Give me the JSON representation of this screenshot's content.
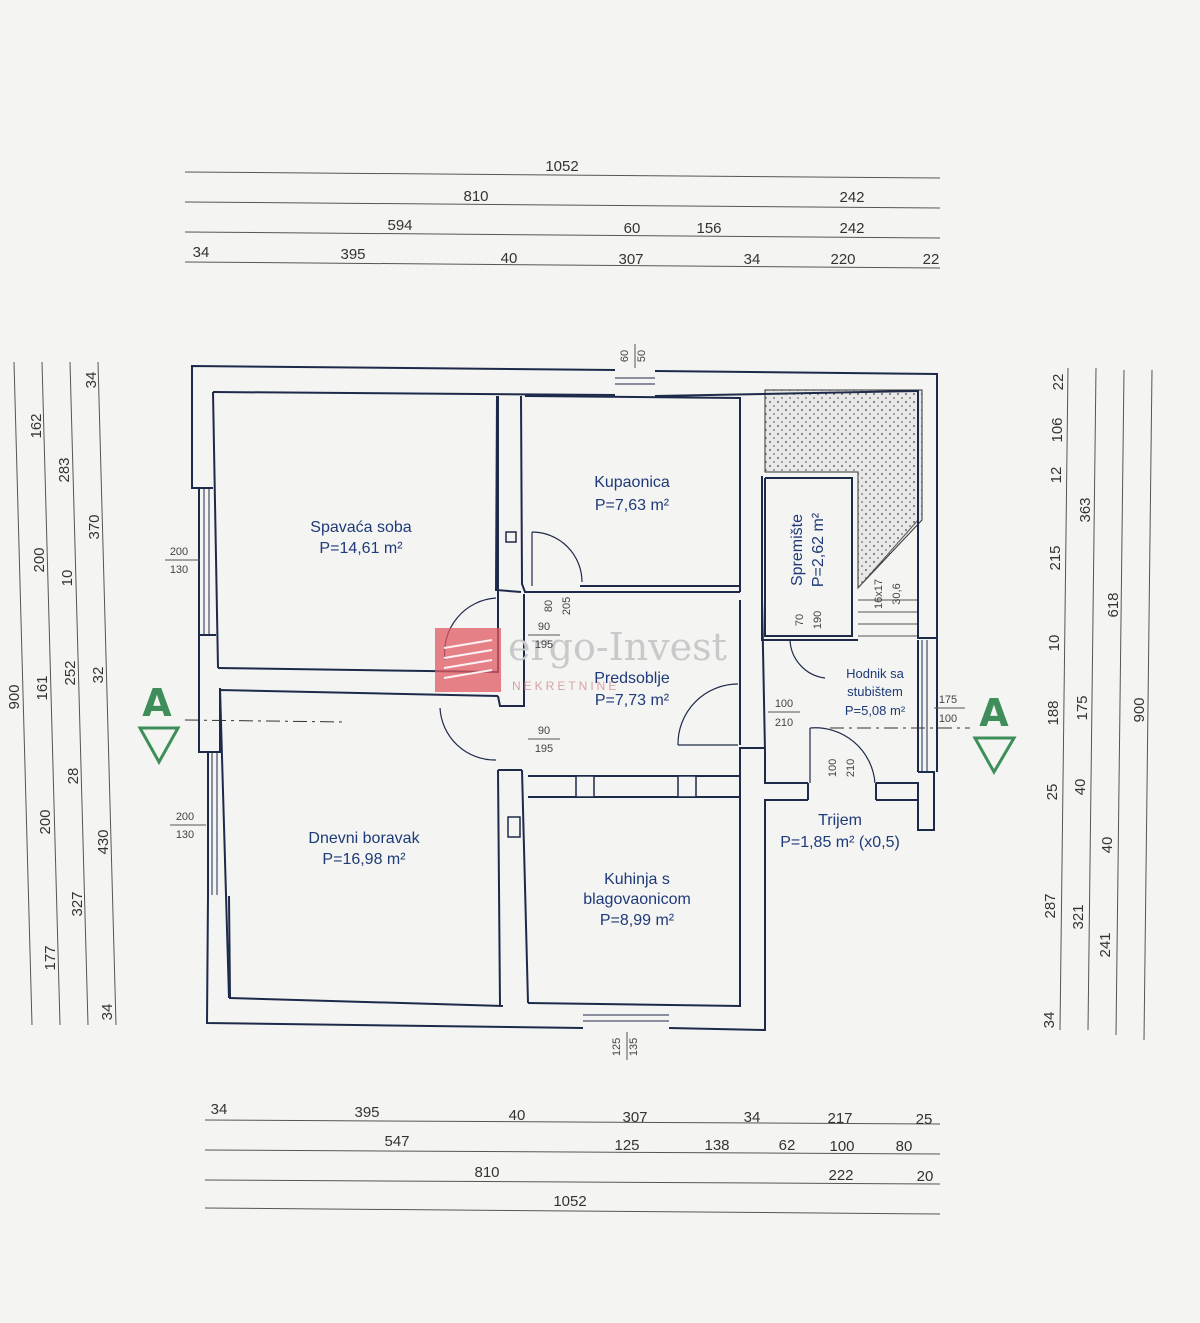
{
  "top_dims": {
    "row1": [
      "1052"
    ],
    "row2": [
      "810",
      "242"
    ],
    "row3": [
      "594",
      "60",
      "156",
      "242"
    ],
    "row4": [
      "34",
      "395",
      "40",
      "307",
      "34",
      "220",
      "22"
    ]
  },
  "bottom_dims": {
    "row1": [
      "34",
      "395",
      "40",
      "307",
      "34",
      "217",
      "25"
    ],
    "row2": [
      "547",
      "125",
      "138",
      "62",
      "100",
      "80"
    ],
    "row3": [
      "810",
      "222",
      "20"
    ],
    "row4": [
      "1052"
    ]
  },
  "left_dims": {
    "col1": [
      "900"
    ],
    "col2": [
      "162",
      "200",
      "161",
      "200",
      "177"
    ],
    "col3": [
      "283",
      "10",
      "252",
      "28",
      "327"
    ],
    "col4": [
      "34",
      "370",
      "32",
      "430",
      "34"
    ]
  },
  "right_dims": {
    "col1": [
      "22",
      "106",
      "12",
      "215",
      "10",
      "188",
      "25",
      "287",
      "34"
    ],
    "col2": [
      "363",
      "175",
      "40",
      "321"
    ],
    "col3": [
      "618",
      "40",
      "241"
    ],
    "col4": [
      "900"
    ]
  },
  "rooms": {
    "spavaca": {
      "name": "Spavaća soba",
      "area": "P=14,61 m²"
    },
    "kupaonica": {
      "name": "Kupaonica",
      "area": "P=7,63 m²"
    },
    "spremiste": {
      "name": "Spremište",
      "area": "P=2,62 m²"
    },
    "predsoblje": {
      "name": "Predsoblje",
      "area": "P=7,73 m²"
    },
    "hodnik": {
      "line1": "Hodnik sa",
      "line2": "stubištem",
      "area": "P=5,08 m²"
    },
    "dnevni": {
      "name": "Dnevni boravak",
      "area": "P=16,98 m²"
    },
    "kuhinja": {
      "line1": "Kuhinja s",
      "line2": "blagovaonicom",
      "area": "P=8,99 m²"
    },
    "trijem": {
      "name": "Trijem",
      "area": "P=1,85 m² (x0,5)"
    }
  },
  "openings": {
    "top_window": [
      "60",
      "50"
    ],
    "bottom_window": [
      "125",
      "135"
    ],
    "left_window_top": [
      "200",
      "130"
    ],
    "left_window_bottom": [
      "200",
      "130"
    ],
    "right_window": [
      "175",
      "100"
    ],
    "bath_door": [
      "80",
      "205"
    ],
    "bed_door": [
      "90",
      "195"
    ],
    "living_door": [
      "90",
      "195"
    ],
    "storage_door": [
      "70",
      "190"
    ],
    "hall_door": [
      "100",
      "210"
    ],
    "porch_door": [
      "100",
      "210"
    ],
    "stairs": [
      "16x17",
      "30,6"
    ]
  },
  "section": {
    "left": "A",
    "right": "A"
  },
  "watermark": {
    "brand": "ergo-Invest",
    "sub": "NEKRETNINE"
  },
  "colors": {
    "wall": "#1e2a4a",
    "section": "#3e8e5a",
    "logo": "#e05a63"
  }
}
